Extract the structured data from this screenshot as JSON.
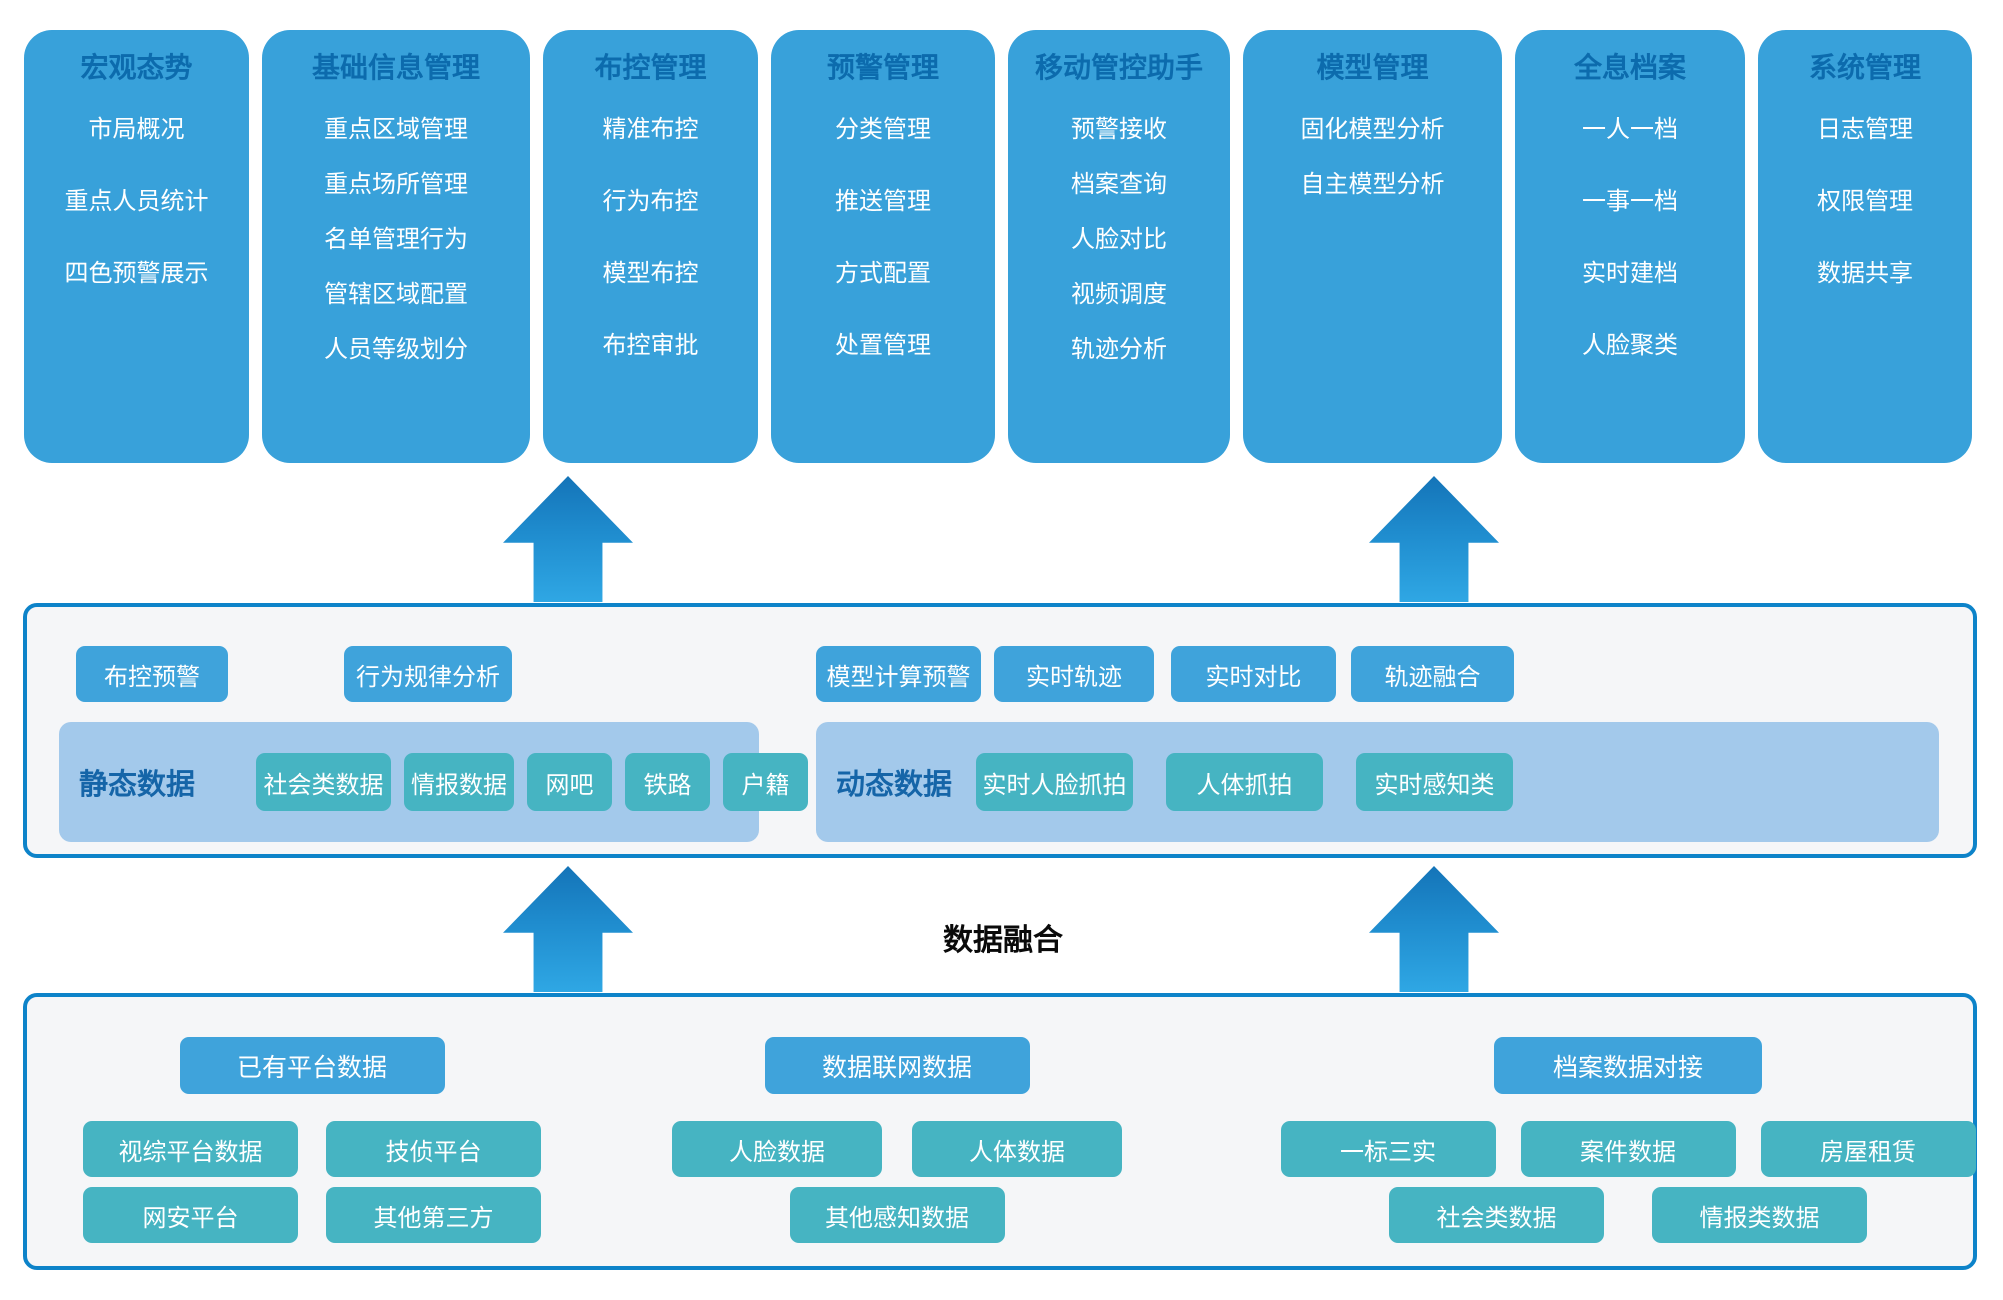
{
  "top_modules": [
    {
      "title": "宏观态势",
      "items": [
        "市局概况",
        "重点人员统计",
        "四色预警展示"
      ]
    },
    {
      "title": "基础信息管理",
      "items": [
        "重点区域管理",
        "重点场所管理",
        "名单管理行为",
        "管辖区域配置",
        "人员等级划分"
      ]
    },
    {
      "title": "布控管理",
      "items": [
        "精准布控",
        "行为布控",
        "模型布控",
        "布控审批"
      ]
    },
    {
      "title": "预警管理",
      "items": [
        "分类管理",
        "推送管理",
        "方式配置",
        "处置管理"
      ]
    },
    {
      "title": "移动管控助手",
      "items": [
        "预警接收",
        "档案查询",
        "人脸对比",
        "视频调度",
        "轨迹分析"
      ]
    },
    {
      "title": "模型管理",
      "items": [
        "固化模型分析",
        "自主模型分析"
      ]
    },
    {
      "title": "全息档案",
      "items": [
        "一人一档",
        "一事一档",
        "实时建档",
        "人脸聚类"
      ]
    },
    {
      "title": "系统管理",
      "items": [
        "日志管理",
        "权限管理",
        "数据共享"
      ]
    }
  ],
  "analysis_layer": {
    "left_buttons": [
      "布控预警",
      "行为规律分析"
    ],
    "right_buttons": [
      "模型计算预警",
      "实时轨迹",
      "实时对比",
      "轨迹融合"
    ],
    "static_group": {
      "label": "静态数据",
      "items": [
        "社会类数据",
        "情报数据",
        "网吧",
        "铁路",
        "户籍"
      ]
    },
    "dynamic_group": {
      "label": "动态数据",
      "items": [
        "实时人脸抓拍",
        "人体抓拍",
        "实时感知类"
      ]
    }
  },
  "fusion_label": "数据融合",
  "source_layer": {
    "groups": [
      {
        "header": "已有平台数据",
        "rows": [
          [
            "视综平台数据",
            "技侦平台"
          ],
          [
            "网安平台",
            "其他第三方"
          ]
        ]
      },
      {
        "header": "数据联网数据",
        "rows": [
          [
            "人脸数据",
            "人体数据"
          ],
          [
            "其他感知数据"
          ]
        ]
      },
      {
        "header": "档案数据对接",
        "rows": [
          [
            "一标三实",
            "案件数据",
            "房屋租赁"
          ],
          [
            "社会类数据",
            "情报类数据"
          ]
        ]
      }
    ]
  },
  "colors": {
    "card_blue": "#38a1da",
    "button_blue": "#3fa3db",
    "header_text_blue": "#0c6bad",
    "strip_bg": "#a3c9eb",
    "strip_label_blue": "#1565a8",
    "chip_teal": "#46b4c2",
    "panel_border": "#0d83c9",
    "panel_bg": "#f5f6f8",
    "arrow_top": "#1474b8",
    "arrow_bottom": "#2fa7e4"
  }
}
